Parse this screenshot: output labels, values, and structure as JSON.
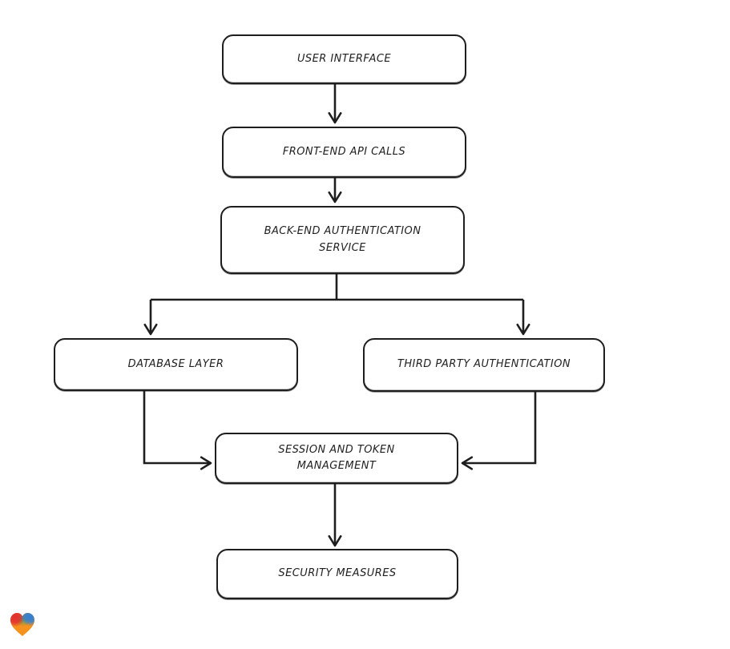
{
  "page": {
    "background_color": "#ffffff"
  },
  "diagram": {
    "type": "flowchart",
    "style": "hand-drawn",
    "stroke_color": "#1e1e1e",
    "node_fill_color": "#ffffff",
    "nodes": [
      {
        "id": "user-interface",
        "label": "USER INTERFACE"
      },
      {
        "id": "front-end-api-calls",
        "label": "FRONT-END API CALLS"
      },
      {
        "id": "back-end-authentication-service",
        "label": "BACK-END AUTHENTICATION SERVICE"
      },
      {
        "id": "database-layer",
        "label": "DATABASE LAYER"
      },
      {
        "id": "third-party-authentication",
        "label": "THIRD PARTY AUTHENTICATION"
      },
      {
        "id": "session-and-token-management",
        "label": "SESSION AND TOKEN MANAGEMENT"
      },
      {
        "id": "security-measures",
        "label": "SECURITY MEASURES"
      }
    ],
    "edges": [
      {
        "from": "user-interface",
        "to": "front-end-api-calls"
      },
      {
        "from": "front-end-api-calls",
        "to": "back-end-authentication-service"
      },
      {
        "from": "back-end-authentication-service",
        "to": "database-layer"
      },
      {
        "from": "back-end-authentication-service",
        "to": "third-party-authentication"
      },
      {
        "from": "database-layer",
        "to": "session-and-token-management"
      },
      {
        "from": "third-party-authentication",
        "to": "session-and-token-management"
      },
      {
        "from": "session-and-token-management",
        "to": "security-measures"
      }
    ],
    "watermark": {
      "name": "heart-logo",
      "colors": {
        "red": "#e23030",
        "green": "#4aa54f",
        "blue": "#2f7fd6",
        "orange": "#f6921e"
      }
    }
  }
}
